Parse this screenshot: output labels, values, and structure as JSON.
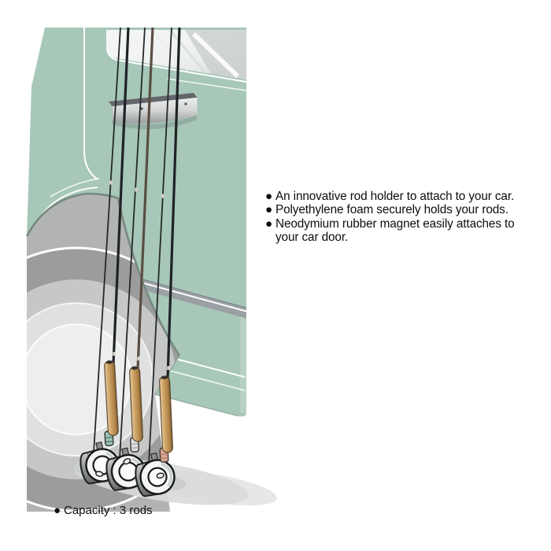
{
  "illustration": {
    "description": "Three fly fishing rods with cork handles and reels hanging vertically on a sage-green car door, held by a gray magnetic rod holder bracket above the rear wheel",
    "rod_count": 3,
    "colors": {
      "car_body": "#a7c7b8",
      "window_glass": "#eff1f1",
      "door_trim": "#9aa0a4",
      "bracket_face": "#d3d5d5",
      "rod_blank": "#1f2226",
      "rod_blank_brown": "#5a4e44",
      "cork_handle": "#cda466",
      "reel_face": "#f4f6f5",
      "wheel_tire": "#9b9d9c",
      "seat_band_1": "#9cc3b3",
      "seat_band_2": "#dfe1e0",
      "seat_band_3": "#d8a691",
      "ground_shadow": "#d8dbd9",
      "text": "#0d0d0d"
    }
  },
  "features": {
    "bullet": "●",
    "items": [
      [
        "An innovative rod holder to attach to your car."
      ],
      [
        "Polyethylene foam securely holds your rods."
      ],
      [
        "Neodymium rubber magnet easily attaches to",
        "your car door."
      ]
    ]
  },
  "capacity": {
    "bullet": "●",
    "text": "Capacity : 3 rods"
  }
}
